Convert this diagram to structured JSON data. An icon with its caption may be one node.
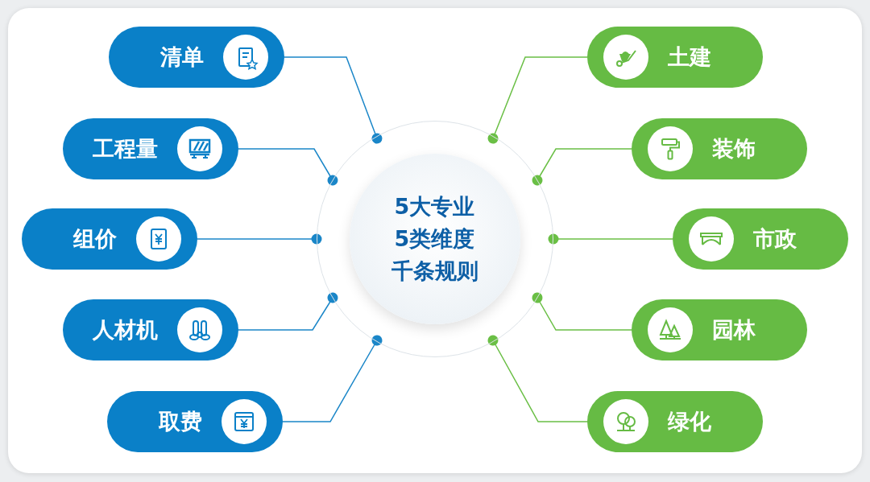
{
  "diagram": {
    "nodes": [
      {
        "text": [
          "5大专业",
          "5类维度",
          "千条规则"
        ]
      },
      {
        "text": [
          "清单"
        ]
      },
      {
        "text": [
          "工程量"
        ]
      },
      {
        "text": [
          "组价"
        ]
      },
      {
        "text": [
          "人材机"
        ]
      },
      {
        "text": [
          "取费"
        ]
      },
      {
        "text": [
          "土建"
        ]
      },
      {
        "text": [
          "装饰"
        ]
      },
      {
        "text": [
          "市政"
        ]
      },
      {
        "text": [
          "园林"
        ]
      },
      {
        "text": [
          "绿化"
        ]
      }
    ],
    "edges": [
      {
        "from": 1,
        "to": 0,
        "arrow": "other",
        "color": "#1a86c8"
      },
      {
        "from": 2,
        "to": 0,
        "arrow": "other",
        "color": "#1a86c8"
      },
      {
        "from": 3,
        "to": 0,
        "arrow": "other",
        "color": "#1a86c8"
      },
      {
        "from": 4,
        "to": 0,
        "arrow": "other",
        "color": "#1a86c8"
      },
      {
        "from": 5,
        "to": 0,
        "arrow": "other",
        "color": "#1a86c8"
      },
      {
        "from": 6,
        "to": 0,
        "arrow": "other",
        "color": "#6abf45"
      },
      {
        "from": 7,
        "to": 0,
        "arrow": "other",
        "color": "#6abf45"
      },
      {
        "from": 8,
        "to": 0,
        "arrow": "other",
        "color": "#6abf45"
      },
      {
        "from": 9,
        "to": 0,
        "arrow": "other",
        "color": "#6abf45"
      },
      {
        "from": 10,
        "to": 0,
        "arrow": "other",
        "color": "#6abf45"
      }
    ]
  }
}
